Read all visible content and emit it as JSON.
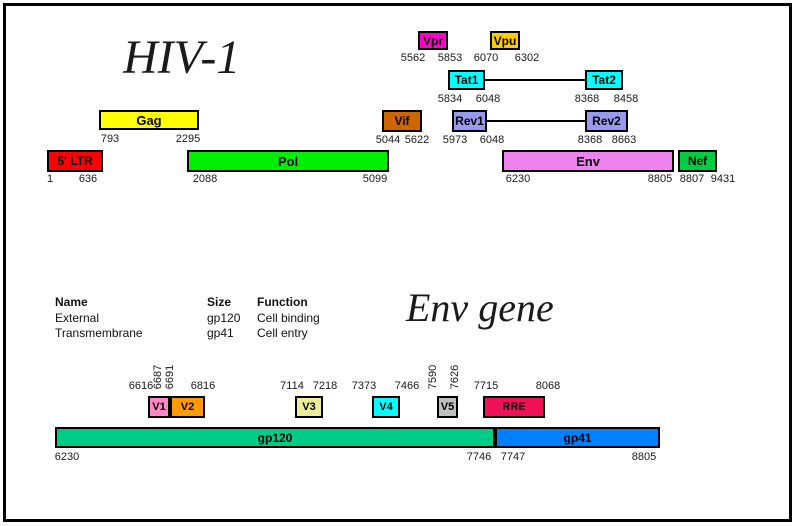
{
  "hiv1": {
    "title": "HIV-1",
    "genes": [
      {
        "name": "5' LTR",
        "start": "1",
        "end": "636",
        "color": "#ff0000"
      },
      {
        "name": "Gag",
        "start": "793",
        "end": "2295",
        "color": "#ffff00"
      },
      {
        "name": "Pol",
        "start": "2088",
        "end": "5099",
        "color": "#00ee00"
      },
      {
        "name": "Vif",
        "start": "5044",
        "end": "5622",
        "color": "#cc6600"
      },
      {
        "name": "Vpr",
        "start": "5562",
        "end": "5853",
        "color": "#ff00cc"
      },
      {
        "name": "Vpu",
        "start": "6070",
        "end": "6302",
        "color": "#ffcc00"
      },
      {
        "name": "Tat1",
        "start": "5834",
        "end": "6048",
        "color": "#00ffff"
      },
      {
        "name": "Tat2",
        "start": "8368",
        "end": "8458",
        "color": "#00ffff"
      },
      {
        "name": "Rev1",
        "start": "5973",
        "end": "6048",
        "color": "#9999ee"
      },
      {
        "name": "Rev2",
        "start": "8368",
        "end": "8663",
        "color": "#9999ee"
      },
      {
        "name": "Env",
        "start": "6230",
        "end": "8805",
        "color": "#ee82ee"
      },
      {
        "name": "Nef",
        "start": "8807",
        "end": "9431",
        "color": "#00cc44"
      }
    ]
  },
  "env_gene": {
    "title": "Env gene",
    "table": {
      "headers": [
        "Name",
        "Size",
        "Function"
      ],
      "rows": [
        {
          "name": "External",
          "size": "gp120",
          "function": "Cell binding"
        },
        {
          "name": "Transmembrane",
          "size": "gp41",
          "function": "Cell entry"
        }
      ]
    },
    "regions": [
      {
        "name": "V1",
        "start": "6616",
        "end": "6687",
        "color": "#ff88c2"
      },
      {
        "name": "V2",
        "start": "6691",
        "end": "6816",
        "color": "#ff9900"
      },
      {
        "name": "V3",
        "start": "7114",
        "end": "7218",
        "color": "#eeee99"
      },
      {
        "name": "V4",
        "start": "7373",
        "end": "7466",
        "color": "#00ffff"
      },
      {
        "name": "V5",
        "start": "7590",
        "end": "7626",
        "color": "#c0c0c0"
      },
      {
        "name": "RRE",
        "start": "7715",
        "end": "8068",
        "color": "#ee1155"
      }
    ],
    "segments": [
      {
        "name": "gp120",
        "start": "6230",
        "end": "7746",
        "color": "#00cc88"
      },
      {
        "name": "gp41",
        "start": "7747",
        "end": "8805",
        "color": "#0080ff"
      }
    ]
  }
}
